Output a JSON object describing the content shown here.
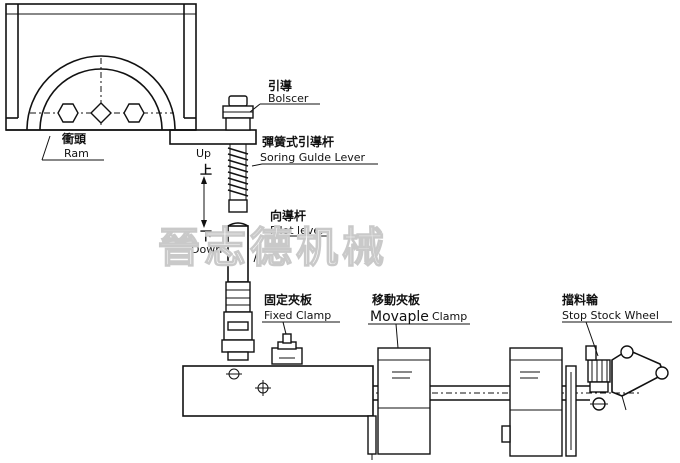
{
  "labels": {
    "ram": {
      "zh": "衝頭",
      "en": "Ram"
    },
    "bolster": {
      "zh": "引導",
      "en": "Bolscer"
    },
    "spring_guide": {
      "zh": "彈簧式引導杆",
      "en": "Soring Gulde Lever"
    },
    "pilot": {
      "zh": "向導杆",
      "en": "Pilot lever"
    },
    "up": {
      "zh": "上",
      "en": "Up"
    },
    "down": {
      "zh": "下",
      "en": "Down"
    },
    "fixed_clamp": {
      "zh": "固定夾板",
      "en": "Fixed Clamp"
    },
    "movable_clamp": {
      "zh": "移動夾板",
      "en_a": "Movaple",
      "en_b": "Clamp"
    },
    "stop_wheel": {
      "zh": "擋料輪",
      "en": "Stop Stock Wheel"
    }
  },
  "watermark": "晉志德机械"
}
